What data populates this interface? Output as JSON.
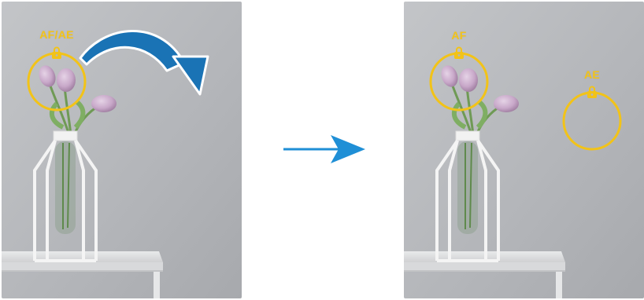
{
  "colors": {
    "lock_yellow": "#f2c318",
    "swipe_arrow_blue": "#1a73b5",
    "transition_arrow_blue": "#1f8fd6",
    "wall_gray": "#b5b7bb"
  },
  "left_panel": {
    "focus_label": "AF/AE",
    "focus_icon": "lock-icon",
    "gesture_icon": "curved-drag-arrow-icon"
  },
  "transition": {
    "icon": "right-arrow-icon"
  },
  "right_panel": {
    "af_label": "AF",
    "af_icon": "lock-icon",
    "ae_label": "AE",
    "ae_icon": "lock-icon"
  }
}
